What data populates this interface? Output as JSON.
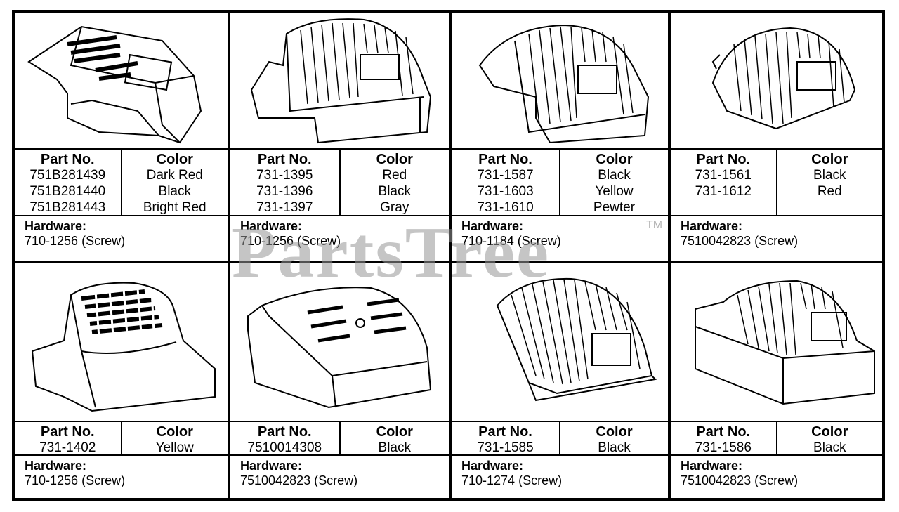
{
  "watermark": {
    "text": "PartsTree",
    "tm": "TM"
  },
  "labels": {
    "part_header": "Part No.",
    "color_header": "Color",
    "hardware_label": "Hardware:"
  },
  "row1": [
    {
      "parts": [
        "751B281439",
        "751B281440",
        "751B281443"
      ],
      "colors": [
        "Dark Red",
        "Black",
        "Bright Red"
      ],
      "hardware": "710-1256 (Screw)"
    },
    {
      "parts": [
        "731-1395",
        "731-1396",
        "731-1397"
      ],
      "colors": [
        "Red",
        "Black",
        "Gray"
      ],
      "hardware": "710-1256 (Screw)"
    },
    {
      "parts": [
        "731-1587",
        "731-1603",
        "731-1610"
      ],
      "colors": [
        "Black",
        "Yellow",
        "Pewter"
      ],
      "hardware": "710-1184 (Screw)"
    },
    {
      "parts": [
        "731-1561",
        "731-1612"
      ],
      "colors": [
        "Black",
        "Red"
      ],
      "hardware": "7510042823 (Screw)"
    }
  ],
  "row2": [
    {
      "parts": [
        "731-1402"
      ],
      "colors": [
        "Yellow"
      ],
      "hardware": "710-1256 (Screw)"
    },
    {
      "parts": [
        "7510014308"
      ],
      "colors": [
        "Black"
      ],
      "hardware": "7510042823 (Screw)"
    },
    {
      "parts": [
        "731-1585"
      ],
      "colors": [
        "Black"
      ],
      "hardware": "710-1274 (Screw)"
    },
    {
      "parts": [
        "731-1586"
      ],
      "colors": [
        "Black"
      ],
      "hardware": "7510042823 (Screw)"
    }
  ]
}
